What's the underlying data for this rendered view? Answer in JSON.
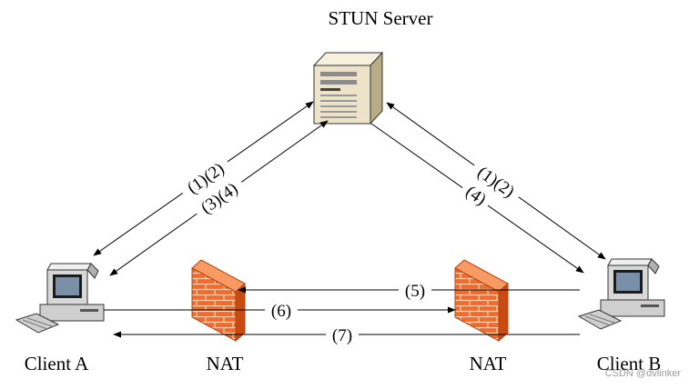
{
  "diagram": {
    "server_label": "STUN Server",
    "client_a_label": "Client A",
    "client_b_label": "Client B",
    "nat_left_label": "NAT",
    "nat_right_label": "NAT",
    "arrow_labels": {
      "a_upper": "(1)(2)",
      "a_lower": "(3)(4)",
      "b_upper": "(1)(2)",
      "b_lower": "(4)",
      "m5": "(5)",
      "m6": "(6)",
      "m7": "(7)"
    },
    "watermark": "CSDN @dvlinker"
  },
  "colors": {
    "line": "#000000",
    "firewall_brick": "#f26b2a",
    "firewall_dark": "#c94b12",
    "firewall_mortar": "#ffd2b3",
    "server_body": "#ece3c8",
    "monitor_body": "#d8d8d8"
  }
}
